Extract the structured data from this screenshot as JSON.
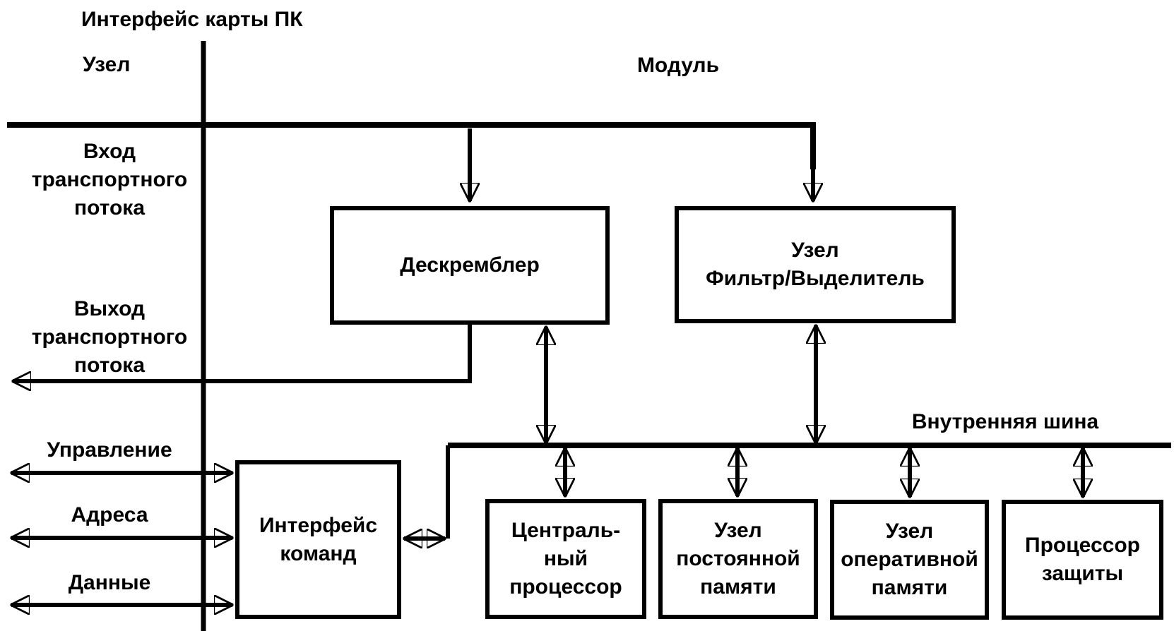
{
  "header": {
    "interface_label": "Интерфейс карты ПК",
    "node_label": "Узел",
    "module_label": "Модуль"
  },
  "left_signals": {
    "transport_input": [
      "Вход",
      "транспортного",
      "потока"
    ],
    "transport_output": [
      "Выход",
      "транспортного",
      "потока"
    ],
    "control": "Управление",
    "addresses": "Адреса",
    "data": "Данные"
  },
  "bus": {
    "label": "Внутренняя шина"
  },
  "boxes": {
    "descrambler": {
      "lines": [
        "Дескремблер"
      ]
    },
    "filter": {
      "lines": [
        "Узел",
        "Фильтр/Выделитель"
      ]
    },
    "command_interface": {
      "lines": [
        "Интерфейс",
        "команд"
      ]
    },
    "cpu": {
      "lines": [
        "Централь-",
        "ный",
        "процессор"
      ]
    },
    "rom": {
      "lines": [
        "Узел",
        "постоянной",
        "памяти"
      ]
    },
    "ram": {
      "lines": [
        "Узел",
        "оперативной",
        "памяти"
      ]
    },
    "security": {
      "lines": [
        "Процессор",
        "защиты"
      ]
    }
  },
  "colors": {
    "ink": "#000000",
    "paper": "#ffffff"
  }
}
